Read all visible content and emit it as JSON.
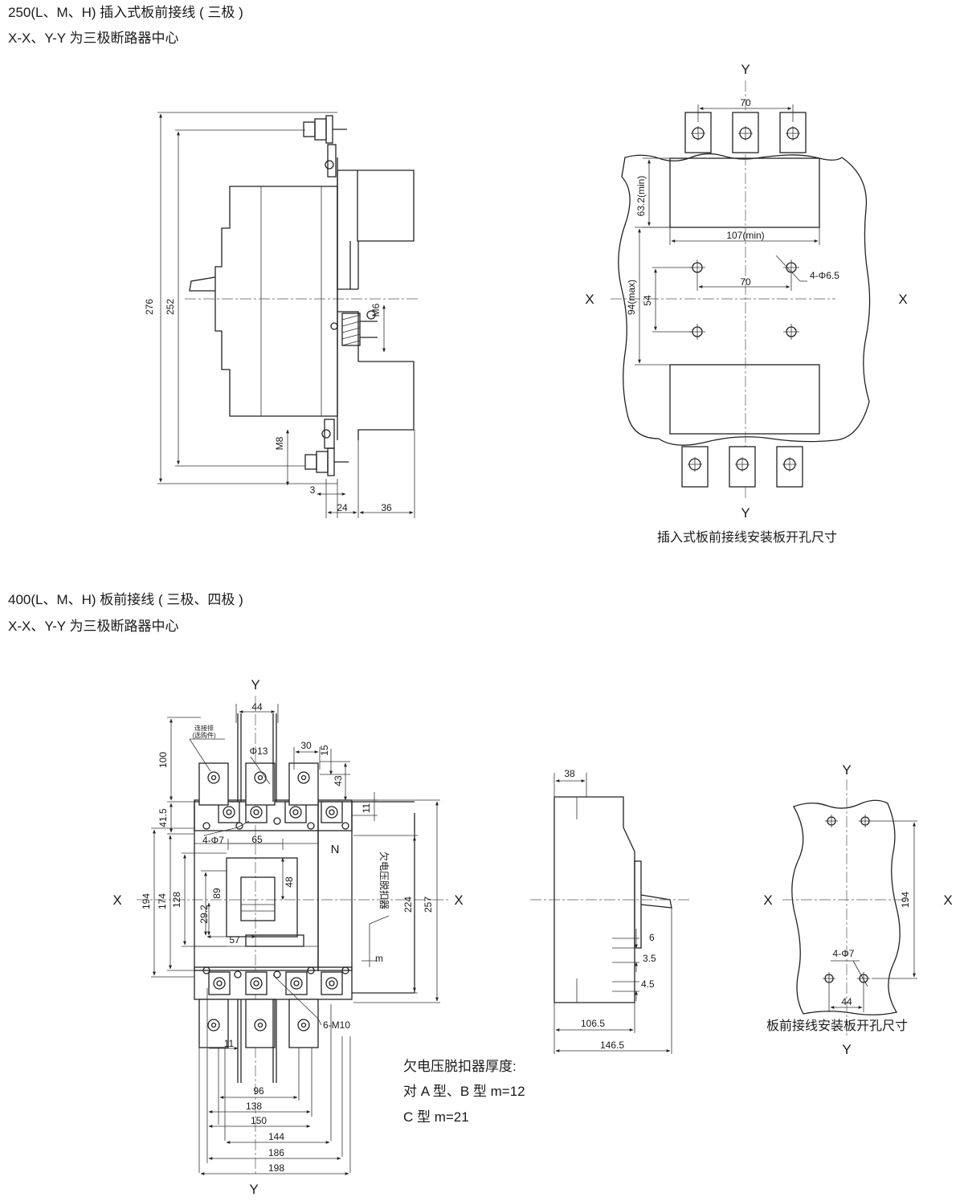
{
  "section_250": {
    "title": "250(L、M、H) 插入式板前接线 ( 三极 )",
    "center_note": "X-X、Y-Y 为三极断路器中心",
    "side": {
      "dim_276": "276",
      "dim_252": "252",
      "dim_m6": "M6",
      "dim_m8": "M8",
      "dim_3": "3",
      "dim_24": "24",
      "dim_36": "36"
    },
    "panel": {
      "axis_y_top": "Y",
      "axis_y_bottom": "Y",
      "axis_x_left": "X",
      "axis_x_right": "X",
      "dim_70_top": "70",
      "dim_63_2": "63.2(min)",
      "dim_107": "107(min)",
      "dim_70_mid": "70",
      "dim_holes": "4-Φ6.5",
      "dim_94": "94(max)",
      "dim_54": "54",
      "caption": "插入式板前接线安装板开孔尺寸"
    }
  },
  "section_400": {
    "title": "400(L、M、H) 板前接线 ( 三极、四极 )",
    "center_note": "X-X、Y-Y 为三极断路器中心",
    "front": {
      "axis_y_top": "Y",
      "axis_y_bottom": "Y",
      "axis_x_left": "X",
      "axis_x_right": "X",
      "label_connector": "连接排",
      "label_optional": "(选购件)",
      "dim_44": "44",
      "dim_100": "100",
      "dim_phi13": "Φ13",
      "dim_30": "30",
      "dim_15": "15",
      "dim_43": "43",
      "dim_11_top": "11",
      "dim_41_5": "41.5",
      "dim_4phi7": "4-Φ7",
      "dim_65": "65",
      "label_n": "N",
      "label_uv_release": "欠电压脱扣器",
      "dim_194": "194",
      "dim_174": "174",
      "dim_128": "128",
      "dim_89": "89",
      "dim_48": "48",
      "dim_29_2": "29.2",
      "dim_57": "57",
      "dim_224": "224",
      "dim_257": "257",
      "dim_m": "m",
      "dim_6m10": "6-M10",
      "dim_11_bottom": "11",
      "dim_96": "96",
      "dim_138": "138",
      "dim_150": "150",
      "dim_144": "144",
      "dim_186": "186",
      "dim_198": "198"
    },
    "side": {
      "dim_38": "38",
      "dim_6": "6",
      "dim_3_5": "3.5",
      "dim_4_5": "4.5",
      "dim_106_5": "106.5",
      "dim_146_5": "146.5"
    },
    "note": {
      "line1": "欠电压脱扣器厚度:",
      "line2": "对 A 型、B 型 m=12",
      "line3": "C 型 m=21"
    },
    "panel": {
      "axis_y_top": "Y",
      "axis_y_bottom": "Y",
      "axis_x_left": "X",
      "axis_x_right": "X",
      "dim_194": "194",
      "dim_4phi7": "4-Φ7",
      "dim_44": "44",
      "caption": "板前接线安装板开孔尺寸"
    }
  }
}
